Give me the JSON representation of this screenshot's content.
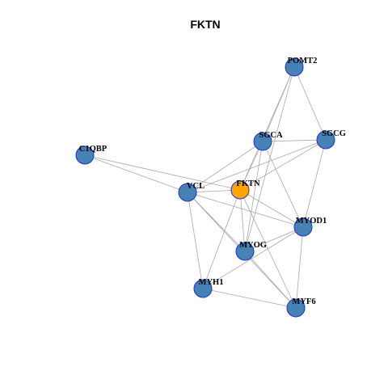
{
  "title": "FKTN",
  "colors": {
    "node_fill": "#4682b4",
    "center_fill": "#ffa500",
    "node_stroke": "#1f2fd6",
    "edge": "#a8a8a8"
  },
  "nodes": [
    {
      "id": "POMT2",
      "label": "POMT2",
      "center": false
    },
    {
      "id": "SGCA",
      "label": "SGCA",
      "center": false
    },
    {
      "id": "SGCG",
      "label": "SGCG",
      "center": false
    },
    {
      "id": "C1QBP",
      "label": "C1QBP",
      "center": false
    },
    {
      "id": "VCL",
      "label": "VCL",
      "center": false
    },
    {
      "id": "FKTN",
      "label": "FKTN",
      "center": true
    },
    {
      "id": "MYOD1",
      "label": "MYOD1",
      "center": false
    },
    {
      "id": "MYOG",
      "label": "MYOG",
      "center": false
    },
    {
      "id": "MYH1",
      "label": "MYH1",
      "center": false
    },
    {
      "id": "MYF6",
      "label": "MYF6",
      "center": false
    }
  ],
  "edges": [
    [
      "POMT2",
      "SGCA"
    ],
    [
      "POMT2",
      "SGCG"
    ],
    [
      "POMT2",
      "FKTN"
    ],
    [
      "POMT2",
      "MYOG"
    ],
    [
      "SGCA",
      "SGCG"
    ],
    [
      "SGCA",
      "VCL"
    ],
    [
      "SGCA",
      "FKTN"
    ],
    [
      "SGCA",
      "MYOD1"
    ],
    [
      "SGCA",
      "MYOG"
    ],
    [
      "SGCG",
      "VCL"
    ],
    [
      "SGCG",
      "FKTN"
    ],
    [
      "SGCG",
      "MYOD1"
    ],
    [
      "C1QBP",
      "VCL"
    ],
    [
      "C1QBP",
      "FKTN"
    ],
    [
      "VCL",
      "FKTN"
    ],
    [
      "VCL",
      "MYOD1"
    ],
    [
      "VCL",
      "MYOG"
    ],
    [
      "VCL",
      "MYH1"
    ],
    [
      "VCL",
      "MYF6"
    ],
    [
      "FKTN",
      "MYOD1"
    ],
    [
      "FKTN",
      "MYOG"
    ],
    [
      "FKTN",
      "MYH1"
    ],
    [
      "FKTN",
      "MYF6"
    ],
    [
      "MYOD1",
      "MYOG"
    ],
    [
      "MYOD1",
      "MYH1"
    ],
    [
      "MYOD1",
      "MYF6"
    ],
    [
      "MYOG",
      "MYF6"
    ],
    [
      "MYH1",
      "MYF6"
    ]
  ]
}
